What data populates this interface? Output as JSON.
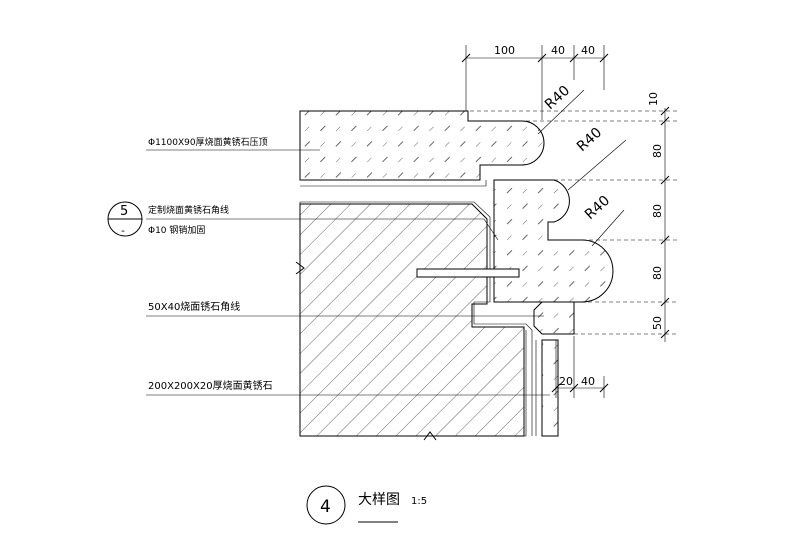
{
  "callouts": {
    "coping": "Φ1100X90厚烧面黄锈石压顶",
    "custom_line": "定制烧面黄锈石角线",
    "rebar": "Φ10 钢销加固",
    "line_50x40": "50X40烧面锈石角线",
    "tile": "200X200X20厚烧面黄锈石"
  },
  "section_mark": {
    "top": "5",
    "bottom": "-"
  },
  "dimensions": {
    "top": [
      "100",
      "40",
      "40"
    ],
    "right": [
      "10",
      "80",
      "80",
      "80",
      "50"
    ],
    "bottom": [
      "20",
      "40"
    ]
  },
  "radii": [
    "R40",
    "R40",
    "R40"
  ],
  "title": {
    "number": "4",
    "name": "大样图",
    "scale": "1:5"
  }
}
